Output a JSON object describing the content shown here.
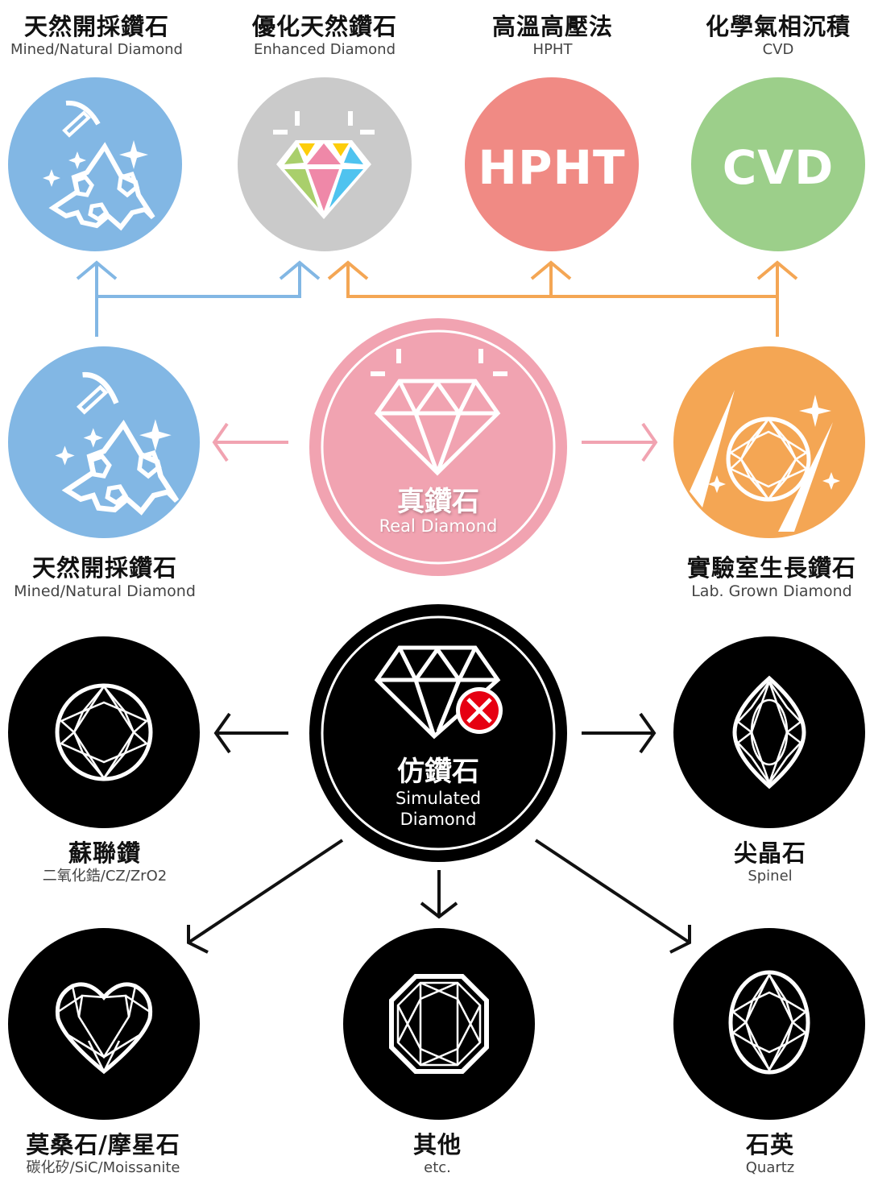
{
  "colors": {
    "mined": "#82b7e4",
    "enhanced": "#cacaca",
    "hpht": "#f08a84",
    "cvd": "#9ccf8a",
    "real": "#f1a3b1",
    "lab": "#f4a654",
    "simulated": "#000000",
    "blue_arrow": "#82b7e4",
    "orange_arrow": "#f4a654",
    "pink_arrow": "#f1a3b1",
    "black_arrow": "#111111",
    "red_x": "#e60012"
  },
  "top_row": [
    {
      "zh": "天然開採鑽石",
      "en": "Mined/Natural Diamond",
      "icon": "mining-rock-icon"
    },
    {
      "zh": "優化天然鑽石",
      "en": "Enhanced Diamond",
      "icon": "colored-diamond-icon"
    },
    {
      "zh": "高溫高壓法",
      "en": "HPHT",
      "icon_text": "HPHT"
    },
    {
      "zh": "化學氣相沉積",
      "en": "CVD",
      "icon_text": "CVD"
    }
  ],
  "middle_row": {
    "left": {
      "zh": "天然開採鑽石",
      "en": "Mined/Natural Diamond",
      "icon": "mining-rock-icon"
    },
    "center": {
      "zh": "真鑽石",
      "en": "Real Diamond",
      "icon": "diamond-outline-icon"
    },
    "right": {
      "zh": "實驗室生長鑽石",
      "en": "Lab. Grown Diamond",
      "icon": "round-brilliant-icon"
    }
  },
  "simulated": {
    "center": {
      "zh": "仿鑽石",
      "en_line1": "Simulated",
      "en_line2": "Diamond",
      "icon": "diamond-with-x-icon"
    },
    "items": [
      {
        "zh": "蘇聯鑽",
        "en": "二氧化鋯/CZ/ZrO2",
        "icon": "round-cut-icon"
      },
      {
        "zh": "尖晶石",
        "en": "Spinel",
        "icon": "marquise-cut-icon"
      },
      {
        "zh": "莫桑石/摩星石",
        "en": "碳化矽/SiC/Moissanite",
        "icon": "heart-cut-icon"
      },
      {
        "zh": "其他",
        "en": "etc.",
        "icon": "octagon-cut-icon"
      },
      {
        "zh": "石英",
        "en": "Quartz",
        "icon": "oval-cut-icon"
      }
    ]
  }
}
